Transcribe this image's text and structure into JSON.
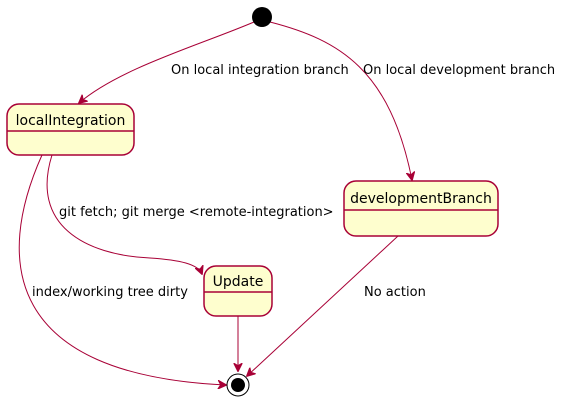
{
  "diagram": {
    "type": "state",
    "colors": {
      "state_fill": "#FEFECE",
      "state_border": "#A80036",
      "edge": "#A80036",
      "text": "#000000",
      "initial": "#000000",
      "final": "#000000"
    },
    "states": {
      "local_integration": "localIntegration",
      "development_branch": "developmentBranch",
      "update": "Update"
    },
    "transitions": {
      "start_to_local_integration": "On local integration branch",
      "start_to_development_branch": "On local development branch",
      "local_integration_to_update": "git fetch; git merge <remote-integration>",
      "local_integration_to_end": "index/working tree dirty",
      "development_branch_to_end": "No action",
      "update_to_end": ""
    }
  }
}
